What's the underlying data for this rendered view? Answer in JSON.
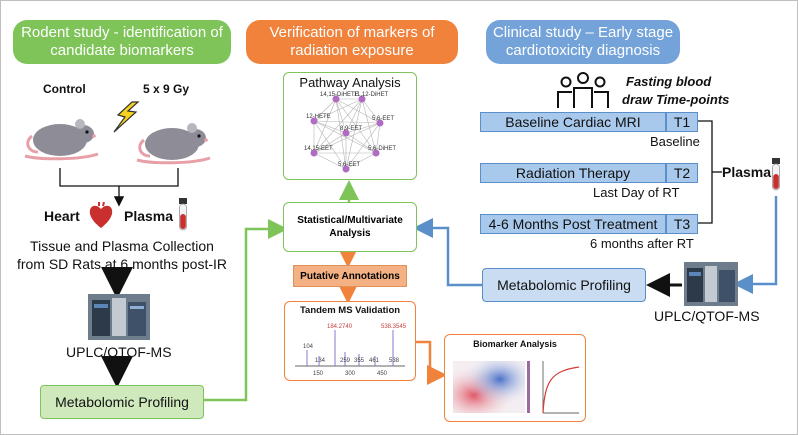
{
  "colors": {
    "green": "#7ec458",
    "orange": "#f0823c",
    "blue": "#5b8fc9",
    "red": "#d23b3b"
  },
  "left": {
    "header": "Rodent study - identification of candidate biomarkers",
    "control_label": "Control",
    "dose_label": "5 x 9 Gy",
    "heart_label": "Heart",
    "plasma_label": "Plasma",
    "collection_line1": "Tissue and Plasma Collection",
    "collection_line2": "from SD Rats at 6 months post-IR",
    "instrument_label": "UPLC/QTOF-MS",
    "profiling_label": "Metabolomic Profiling"
  },
  "middle": {
    "header": "Verification of  markers of radiation exposure",
    "pathway_title": "Pathway Analysis",
    "pathway_nodes": [
      "14,15-DiHETE",
      "11,12-DiHET",
      "12-HETE",
      "5,6-EET",
      "8,9-EET",
      "14,15-EET",
      "5,6-DiHET",
      "5,6-EET"
    ],
    "stat_label": "Statistical/Multivariate Analysis",
    "putative_label": "Putative Annotations",
    "msms_title": "Tandem MS Validation",
    "msms_peaks": [
      "104",
      "134",
      "184.2740",
      "259",
      "355",
      "461",
      "538.3545",
      "538"
    ],
    "msms_axis": [
      "150",
      "300",
      "450"
    ],
    "biomarker_title": "Biomarker Analysis"
  },
  "right": {
    "header": "Clinical study – Early stage cardiotoxicity diagnosis",
    "fasting_line1": "Fasting blood",
    "fasting_line2": "draw Time-points",
    "timepoints": [
      {
        "event": "Baseline Cardiac MRI",
        "code": "T1",
        "note": "Baseline"
      },
      {
        "event": "Radiation Therapy",
        "code": "T2",
        "note": "Last  Day of RT"
      },
      {
        "event": "4-6 Months Post Treatment",
        "code": "T3",
        "note": "6 months after RT"
      }
    ],
    "plasma_label": "Plasma",
    "profiling_label": "Metabolomic Profiling",
    "instrument_label": "UPLC/QTOF-MS"
  }
}
